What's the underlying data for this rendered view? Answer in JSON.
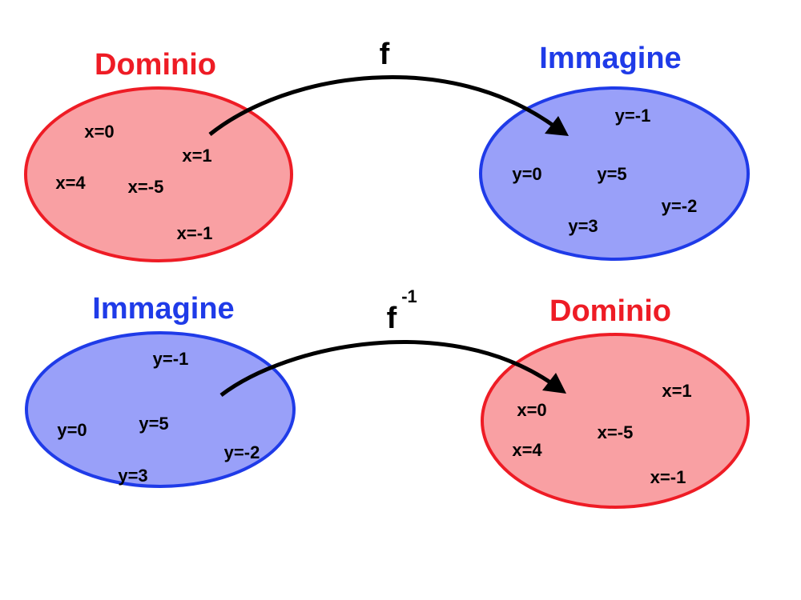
{
  "colors": {
    "domain_fill": "#f9a0a3",
    "domain_stroke": "#ee1c25",
    "image_fill": "#99a0f9",
    "image_stroke": "#1f3be8",
    "domain_title": "#ee1c25",
    "image_title": "#1f3be8"
  },
  "top": {
    "function_label": "f",
    "left_set": {
      "title": "Dominio",
      "elements": [
        "x=0",
        "x=1",
        "x=4",
        "x=-5",
        "x=-1"
      ]
    },
    "right_set": {
      "title": "Immagine",
      "elements": [
        "y=-1",
        "y=0",
        "y=5",
        "y=-2",
        "y=3"
      ]
    }
  },
  "bottom": {
    "function_label": "f",
    "function_superscript": "-1",
    "left_set": {
      "title": "Immagine",
      "elements": [
        "y=-1",
        "y=0",
        "y=5",
        "y=-2",
        "y=3"
      ]
    },
    "right_set": {
      "title": "Dominio",
      "elements": [
        "x=1",
        "x=0",
        "x=-5",
        "x=4",
        "x=-1"
      ]
    }
  }
}
